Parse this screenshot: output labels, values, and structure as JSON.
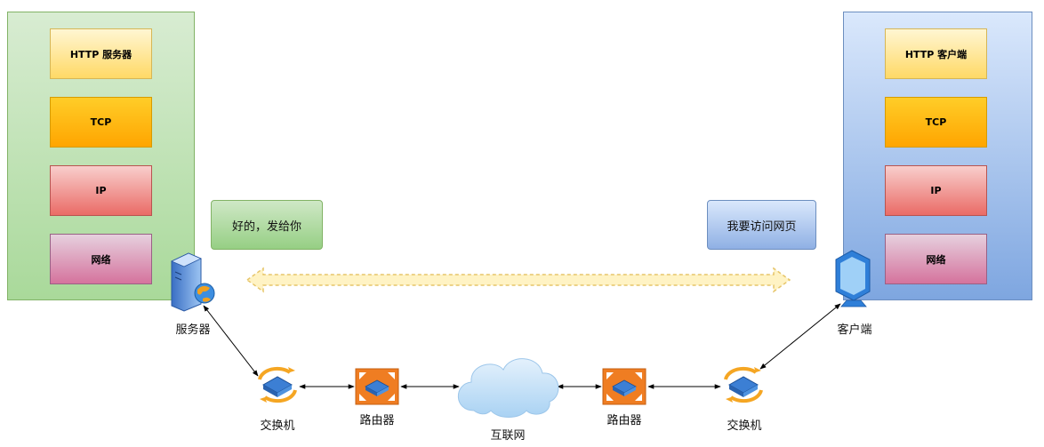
{
  "server_stack": {
    "layers": [
      "HTTP 服务器",
      "TCP",
      "IP",
      "网络"
    ]
  },
  "client_stack": {
    "layers": [
      "HTTP 客户端",
      "TCP",
      "IP",
      "网络"
    ]
  },
  "messages": {
    "server_reply": "好的，发给你",
    "client_request": "我要访问网页"
  },
  "nodes": {
    "server": "服务器",
    "client": "客户端",
    "switch_left": "交换机",
    "router_left": "路由器",
    "internet": "互联网",
    "router_right": "路由器",
    "switch_right": "交换机"
  },
  "icons": {
    "server": "server-icon",
    "client": "monitor-icon",
    "switch": "switch-icon",
    "router": "router-icon",
    "internet": "cloud-icon"
  },
  "colors": {
    "server_panel": "#a9d99a",
    "client_panel": "#7ea6e0",
    "http_layer": "#ffd966",
    "tcp_layer": "#ffa500",
    "ip_layer": "#ea6b66",
    "network_layer": "#d5739d",
    "router": "#ef7d22",
    "cloud": "#bcdcf5"
  }
}
